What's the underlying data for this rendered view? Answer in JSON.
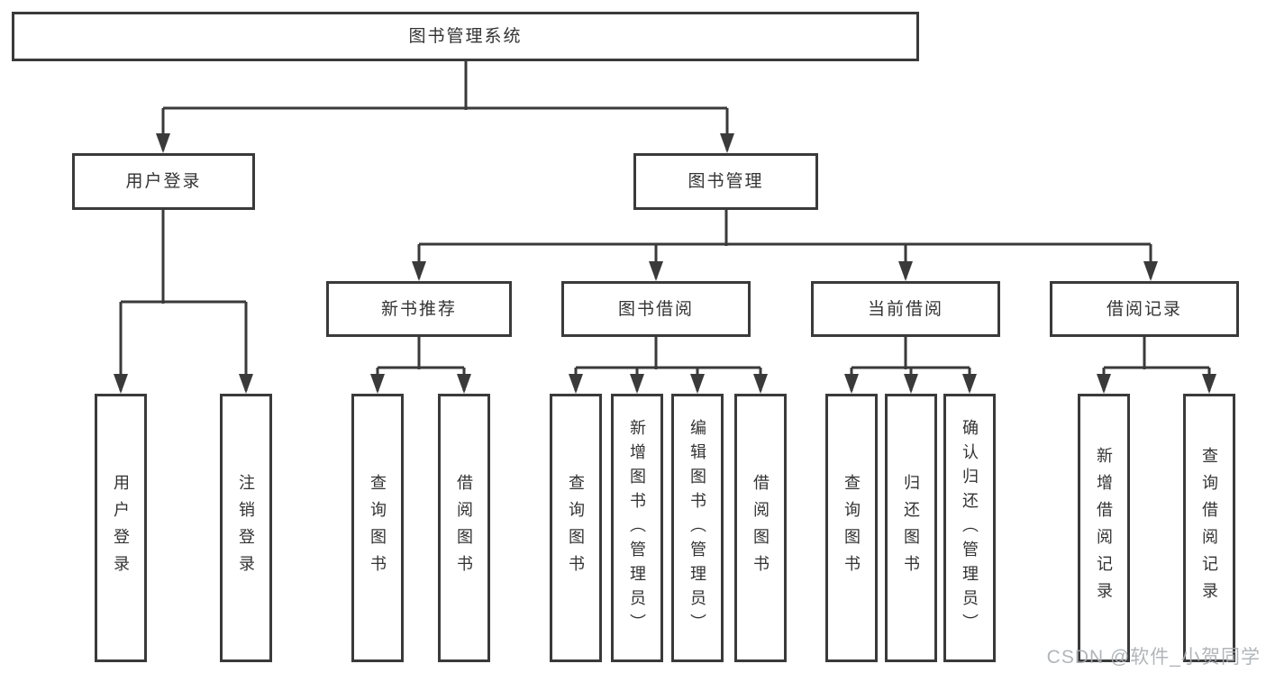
{
  "tree": {
    "label": "图书管理系统",
    "children": [
      {
        "label": "用户登录",
        "children": [
          {
            "label": "用户登录"
          },
          {
            "label": "注销登录"
          }
        ]
      },
      {
        "label": "图书管理",
        "children": [
          {
            "label": "新书推荐",
            "children": [
              {
                "label": "查询图书"
              },
              {
                "label": "借阅图书"
              }
            ]
          },
          {
            "label": "图书借阅",
            "children": [
              {
                "label": "查询图书"
              },
              {
                "label": "新增图书（管理员）"
              },
              {
                "label": "编辑图书（管理员）"
              },
              {
                "label": "借阅图书"
              }
            ]
          },
          {
            "label": "当前借阅",
            "children": [
              {
                "label": "查询图书"
              },
              {
                "label": "归还图书"
              },
              {
                "label": "确认归还（管理员）"
              }
            ]
          },
          {
            "label": "借阅记录",
            "children": [
              {
                "label": "新增借阅记录"
              },
              {
                "label": "查询借阅记录"
              }
            ]
          }
        ]
      }
    ]
  },
  "watermark": {
    "text": "CSDN @软件_小贺同学"
  },
  "colors": {
    "line": "#3a3a3a",
    "text": "#333333",
    "background": "#ffffff",
    "watermark": "#a9adb3"
  }
}
